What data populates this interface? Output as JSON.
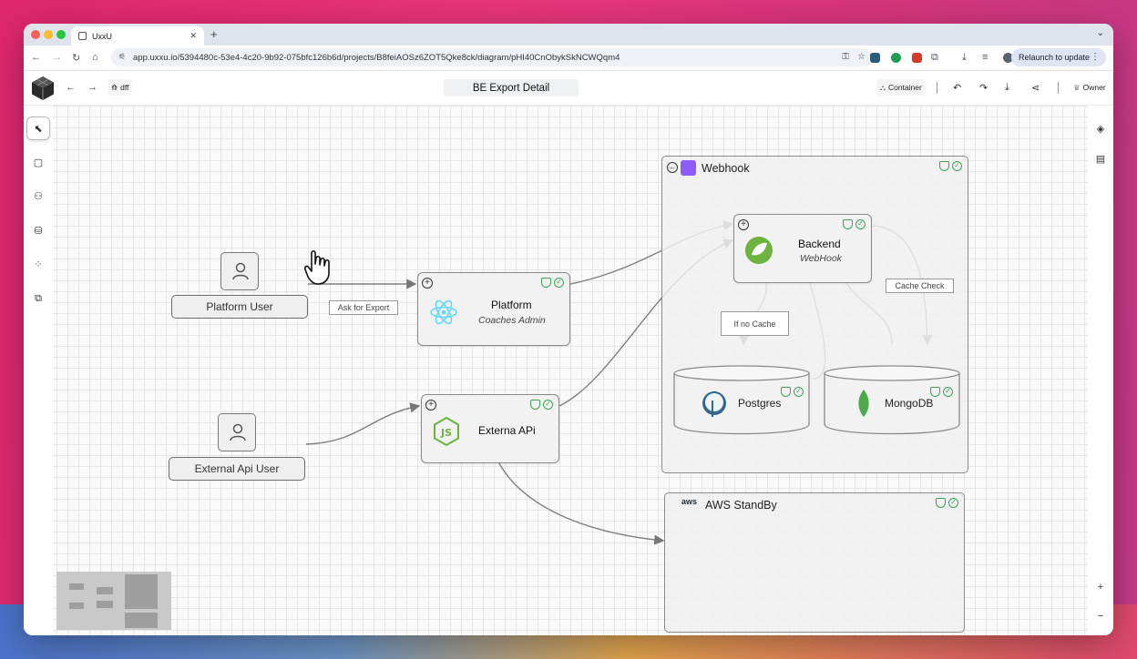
{
  "browser": {
    "tab_title": "UxxU",
    "url": "app.uxxu.io/5394480c-53e4-4c20-9b92-075bfc126b6d/projects/B8feiAOSz6ZOT5Qke8ck/diagram/pHI40CnObykSkNCWQqm4",
    "relaunch_label": "Relaunch to update"
  },
  "toolbar": {
    "branch_label": "dff",
    "title": "BE Export Detail",
    "container_label": "Container",
    "owner_label": "Owner"
  },
  "diagram": {
    "actors": {
      "platform_user": "Platform User",
      "external_api_user": "External Api User"
    },
    "nodes": {
      "platform": {
        "title": "Platform",
        "subtitle": "Coaches Admin"
      },
      "external_api": {
        "title": "Externa APi"
      },
      "backend": {
        "title": "Backend",
        "subtitle": "WebHook"
      },
      "postgres": {
        "title": "Postgres"
      },
      "mongodb": {
        "title": "MongoDB"
      }
    },
    "groups": {
      "webhook": "Webhook",
      "aws": "AWS StandBy",
      "aws_logo": "aws"
    },
    "edge_labels": {
      "ask_for_export": "Ask for Export",
      "if_no_cache": "If no Cache",
      "cache_check": "Cache Check"
    }
  },
  "colors": {
    "status_green": "#3aa55a",
    "react_blue": "#61dafb",
    "node_green": "#6cb33f",
    "spring_green": "#6db33f",
    "webhook_purple": "#8b5cf6"
  }
}
